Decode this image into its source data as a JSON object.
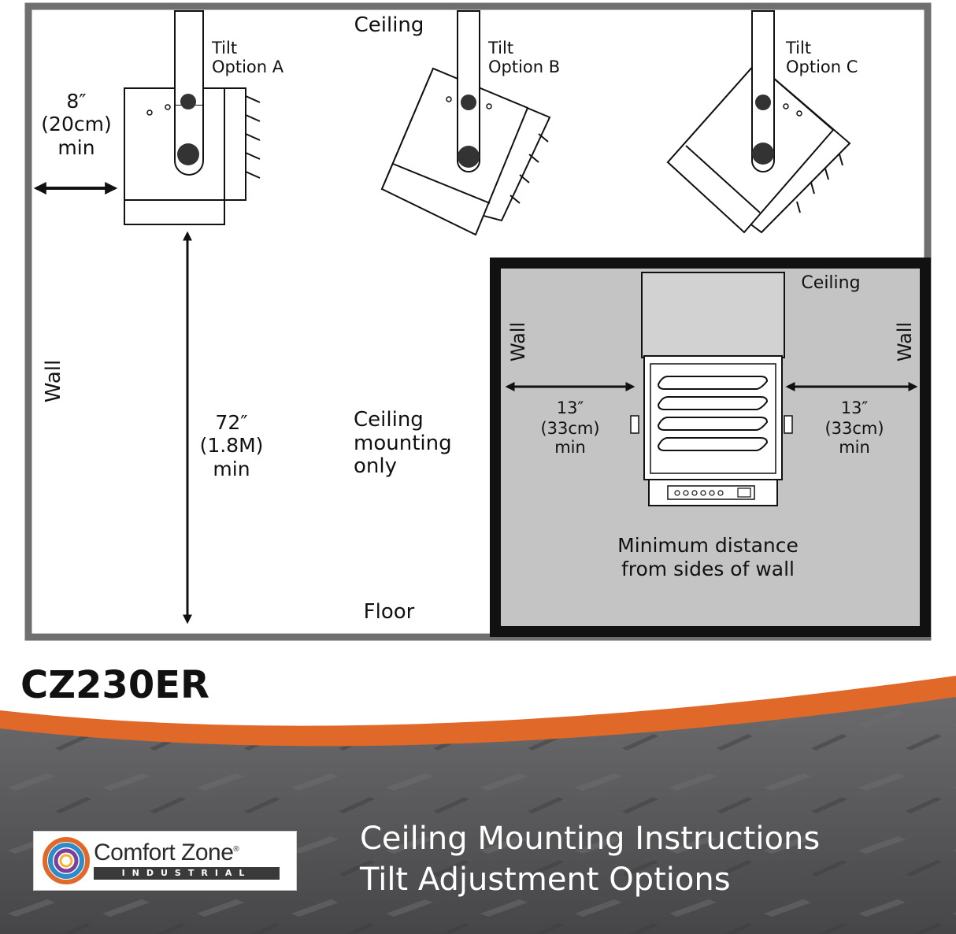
{
  "diagram": {
    "main_panel": {
      "ceiling_label": "Ceiling",
      "floor_label": "Floor",
      "wall_label": "Wall",
      "note": [
        "Ceiling",
        "mounting",
        "only"
      ],
      "tilt_options": [
        {
          "line1": "Tilt",
          "line2": "Option A"
        },
        {
          "line1": "Tilt",
          "line2": "Option B"
        },
        {
          "line1": "Tilt",
          "line2": "Option C"
        }
      ],
      "side_clearance": [
        "8″",
        "(20cm)",
        "min"
      ],
      "floor_clearance": [
        "72″",
        "(1.8M)",
        "min"
      ]
    },
    "inset_panel": {
      "ceiling_label": "Ceiling",
      "left_wall_label": "Wall",
      "right_wall_label": "Wall",
      "left_clearance": [
        "13″",
        "(33cm)",
        "min"
      ],
      "right_clearance": [
        "13″",
        "(33cm)",
        "min"
      ],
      "caption": [
        "Minimum distance",
        "from sides of wall"
      ]
    }
  },
  "model_number": "CZ230ER",
  "footer": {
    "logo_name": "Comfort Zone",
    "logo_trademark": "®",
    "logo_sub": "INDUSTRIAL",
    "title_line1": "Ceiling Mounting Instructions",
    "title_line2": "Tilt Adjustment Options",
    "colors": {
      "orange_band": "#e0692a",
      "metal_plate": "#5a5a5c",
      "inset_bg": "#c4c4c4",
      "frame": "#6f6f6f"
    }
  }
}
